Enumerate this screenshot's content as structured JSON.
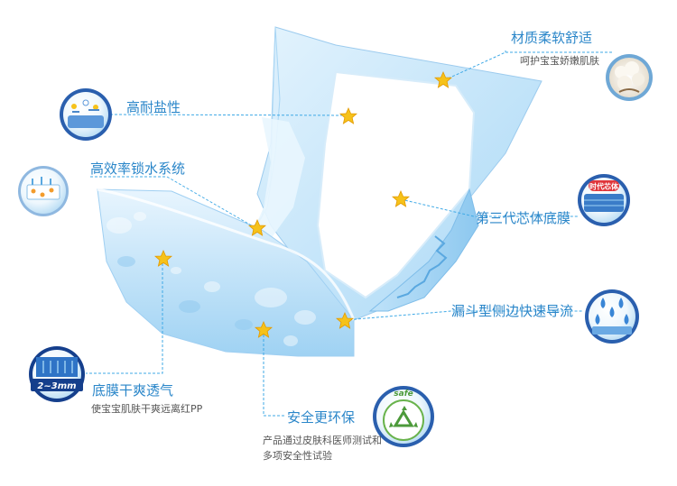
{
  "features": {
    "material": {
      "title": "材质柔软舒适",
      "subtitle": "呵护宝宝娇嫩肌肤"
    },
    "absorb": {
      "title": "高耐盐性"
    },
    "lock": {
      "title": "高效率锁水系统"
    },
    "core": {
      "title": "第三代芯体底膜",
      "badge": "时代芯体"
    },
    "funnel": {
      "title": "漏斗型侧边快速导流"
    },
    "film": {
      "title": "底膜干爽透气",
      "subtitle": "使宝宝肌肤干爽远离红PP",
      "badge": "2~3mm"
    },
    "eco": {
      "title": "安全更环保",
      "subtitle": "产品通过皮肤科医师测试和多项安全性试验",
      "badge": "safe"
    }
  },
  "colors": {
    "accent": "#2a86c9",
    "line": "#3fa9e6",
    "star": "#f6c21a",
    "diaper": "#cfe9fb"
  },
  "icons": [
    "cotton-icon",
    "salt-absorb-icon",
    "lock-water-icon",
    "core-film-icon",
    "water-drops-icon",
    "breathable-film-icon",
    "recycle-icon",
    "star-icon"
  ]
}
